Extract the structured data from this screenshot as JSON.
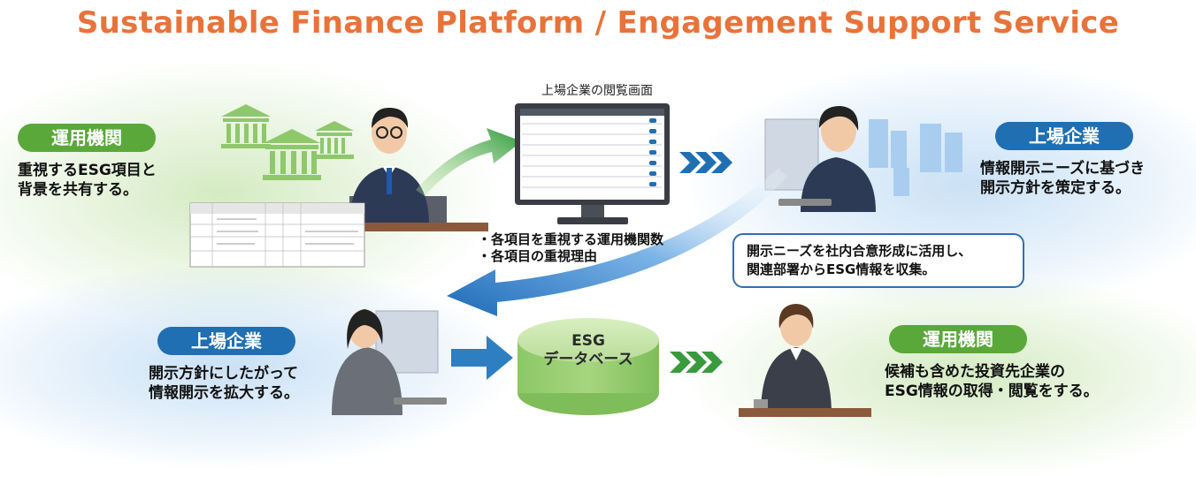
{
  "title": "Sustainable Finance Platform / Engagement Support Service",
  "screen_caption": "上場企業の閲覧画面",
  "investor_top": {
    "label": "運用機関",
    "desc": "重視するESG項目と\n背景を共有する。"
  },
  "company_top": {
    "label": "上場企業",
    "desc": "情報開示ニーズに基づき\n開示方針を策定する。"
  },
  "bullets": [
    "・各項目を重視する運用機関数",
    "・各項目の重視理由"
  ],
  "callout": {
    "lines": [
      "開示ニーズを社内合意形成に活用し、",
      "関連部署からESG情報を収集。"
    ]
  },
  "company_bottom": {
    "label": "上場企業",
    "desc": "開示方針にしたがって\n情報開示を拡大する。"
  },
  "database": {
    "line1": "ESG",
    "line2": "データベース"
  },
  "investor_bottom": {
    "label": "運用機関",
    "desc": "候補も含めた投資先企業の\nESG情報の取得・閲覧をする。"
  },
  "colors": {
    "title": "#e8733a",
    "green": "#5aa83a",
    "blue": "#1f6fb2",
    "arrow_green": "#3a9a3e",
    "arrow_blue": "#1e6bb8"
  }
}
